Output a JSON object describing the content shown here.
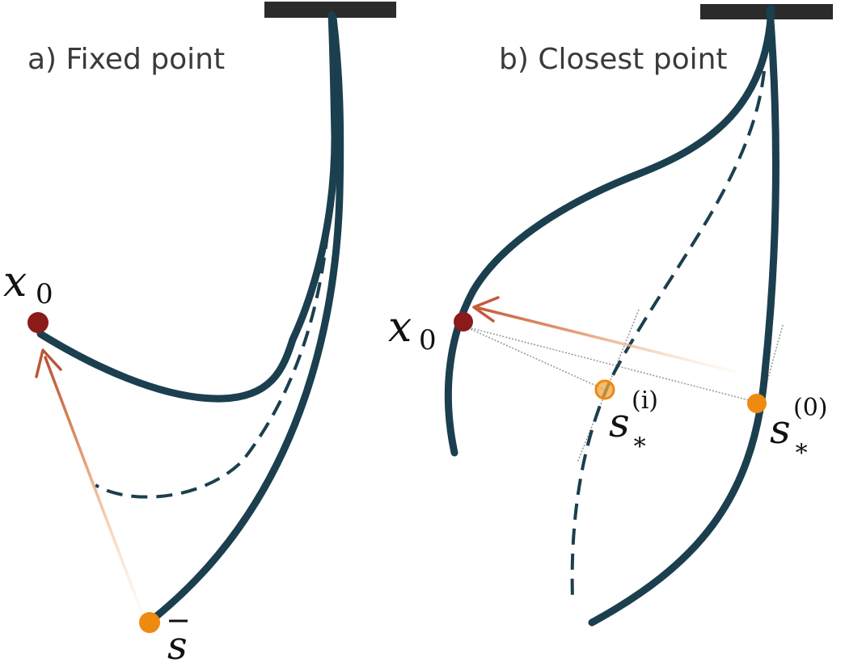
{
  "panels": {
    "a": {
      "title": "a) Fixed point",
      "x0_label": "x",
      "x0_subscript": "0",
      "anchor_label": "s"
    },
    "b": {
      "title": "b) Closest point",
      "x0_label": "x",
      "x0_subscript": "0",
      "iter_label": "s",
      "iter_subscript": "∗",
      "iter_superscript": "(i)",
      "init_label": "s",
      "init_subscript": "∗",
      "init_superscript": "(0)"
    }
  },
  "colors": {
    "rod": "#1b3f4e",
    "target": "#8b1a1a",
    "point": "#ee8a10",
    "arrow": "#b8583a",
    "mount": "#2b2b2b",
    "guide": "#9a9a9a"
  }
}
